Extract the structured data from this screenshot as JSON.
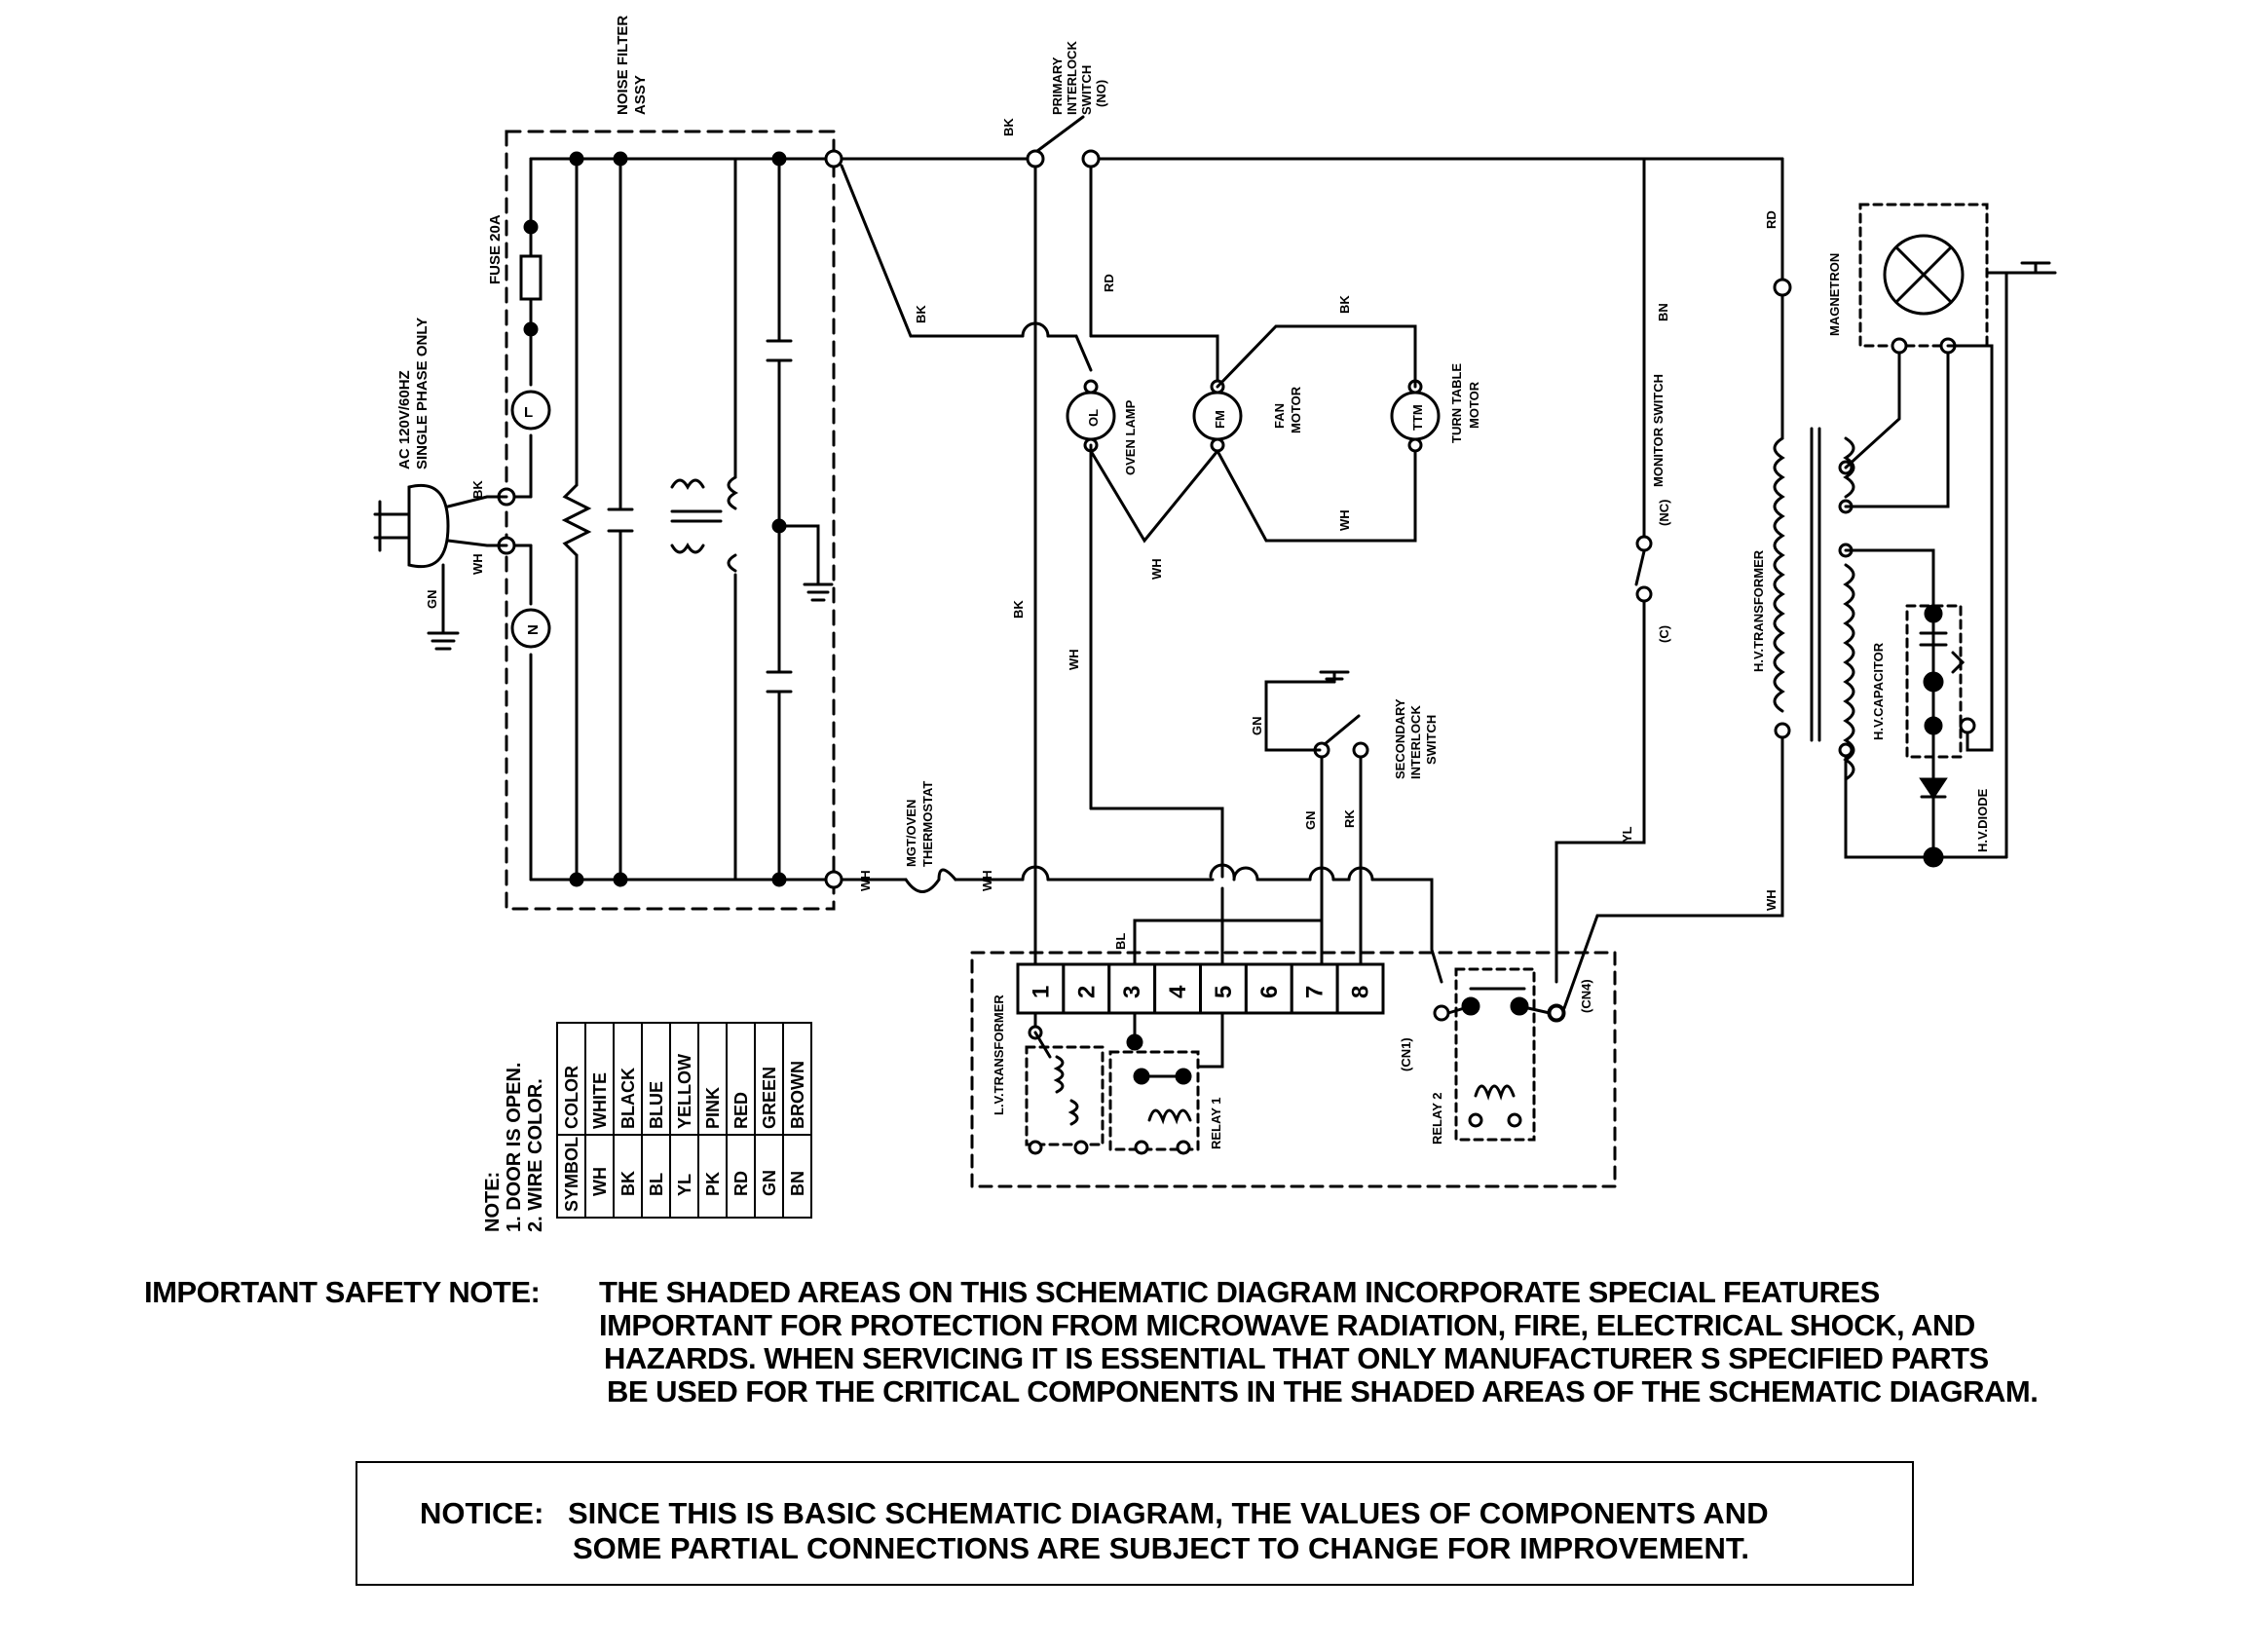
{
  "labels": {
    "noise_filter": "NOISE FILTER",
    "noise_filter_assy": "ASSY",
    "fuse": "FUSE 20A",
    "ac_supply_1": "AC 120V/60HZ",
    "ac_supply_2": "SINGLE PHASE ONLY",
    "lamp_l": "L",
    "lamp_n": "N",
    "primary_switch_1": "PRIMARY",
    "primary_switch_2": "INTERLOCK",
    "primary_switch_3": "SWITCH",
    "primary_switch_4": "(NO)",
    "oven_lamp_symbol": "OL",
    "oven_lamp": "OVEN LAMP",
    "fan_motor_symbol": "FM",
    "fan_motor_1": "FAN",
    "fan_motor_2": "MOTOR",
    "turntable_symbol": "TTM",
    "turntable_1": "TURN TABLE",
    "turntable_2": "MOTOR",
    "monitor_switch": "MONITOR SWITCH",
    "nc": "(NC)",
    "c": "(C)",
    "hv_transformer": "H.V.TRANSFORMER",
    "magnetron": "MAGNETRON",
    "hv_capacitor": "H.V.CAPACITOR",
    "hv_diode": "H.V.DIODE",
    "thermostat_1": "MGT/OVEN",
    "thermostat_2": "THERMOSTAT",
    "secondary_switch_1": "SECONDARY",
    "secondary_switch_2": "INTERLOCK",
    "secondary_switch_3": "SWITCH",
    "lv_transformer": "L.V.TRANSFORMER",
    "relay1": "RELAY 1",
    "relay2": "RELAY 2",
    "cn1": "(CN1)",
    "cn4": "(CN4)"
  },
  "wire_labels": {
    "bk": "BK",
    "wh": "WH",
    "gn": "GN",
    "rd": "RD",
    "bn": "BN",
    "yl": "YL",
    "bl": "BL",
    "rk": "RK"
  },
  "connector_pins": [
    "1",
    "2",
    "3",
    "4",
    "5",
    "6",
    "7",
    "8"
  ],
  "note": {
    "title": "NOTE:",
    "line1": "1. DOOR IS OPEN.",
    "line2": "2. WIRE COLOR.",
    "headers": [
      "SYMBOL",
      "COLOR"
    ],
    "rows": [
      [
        "WH",
        "WHITE"
      ],
      [
        "BK",
        "BLACK"
      ],
      [
        "BL",
        "BLUE"
      ],
      [
        "YL",
        "YELLOW"
      ],
      [
        "PK",
        "PINK"
      ],
      [
        "RD",
        "RED"
      ],
      [
        "GN",
        "GREEN"
      ],
      [
        "BN",
        "BROWN"
      ]
    ]
  },
  "safety_note": {
    "lead": "IMPORTANT SAFETY NOTE:",
    "lines": [
      "THE SHADED AREAS ON THIS SCHEMATIC DIAGRAM INCORPORATE SPECIAL FEATURES",
      "IMPORTANT FOR PROTECTION FROM MICROWAVE RADIATION,  FIRE, ELECTRICAL SHOCK,  AND",
      "HAZARDS. WHEN SERVICING IT IS ESSENTIAL THAT ONLY MANUFACTURER S SPECIFIED PARTS",
      "BE USED FOR THE CRITICAL COMPONENTS IN THE SHADED AREAS OF THE SCHEMATIC DIAGRAM."
    ]
  },
  "notice": {
    "lead": "NOTICE:",
    "line1": "SINCE THIS IS BASIC SCHEMATIC DIAGRAM, THE VALUES OF COMPONENTS AND",
    "line2": "SOME PARTIAL CONNECTIONS ARE SUBJECT TO CHANGE FOR IMPROVEMENT."
  }
}
